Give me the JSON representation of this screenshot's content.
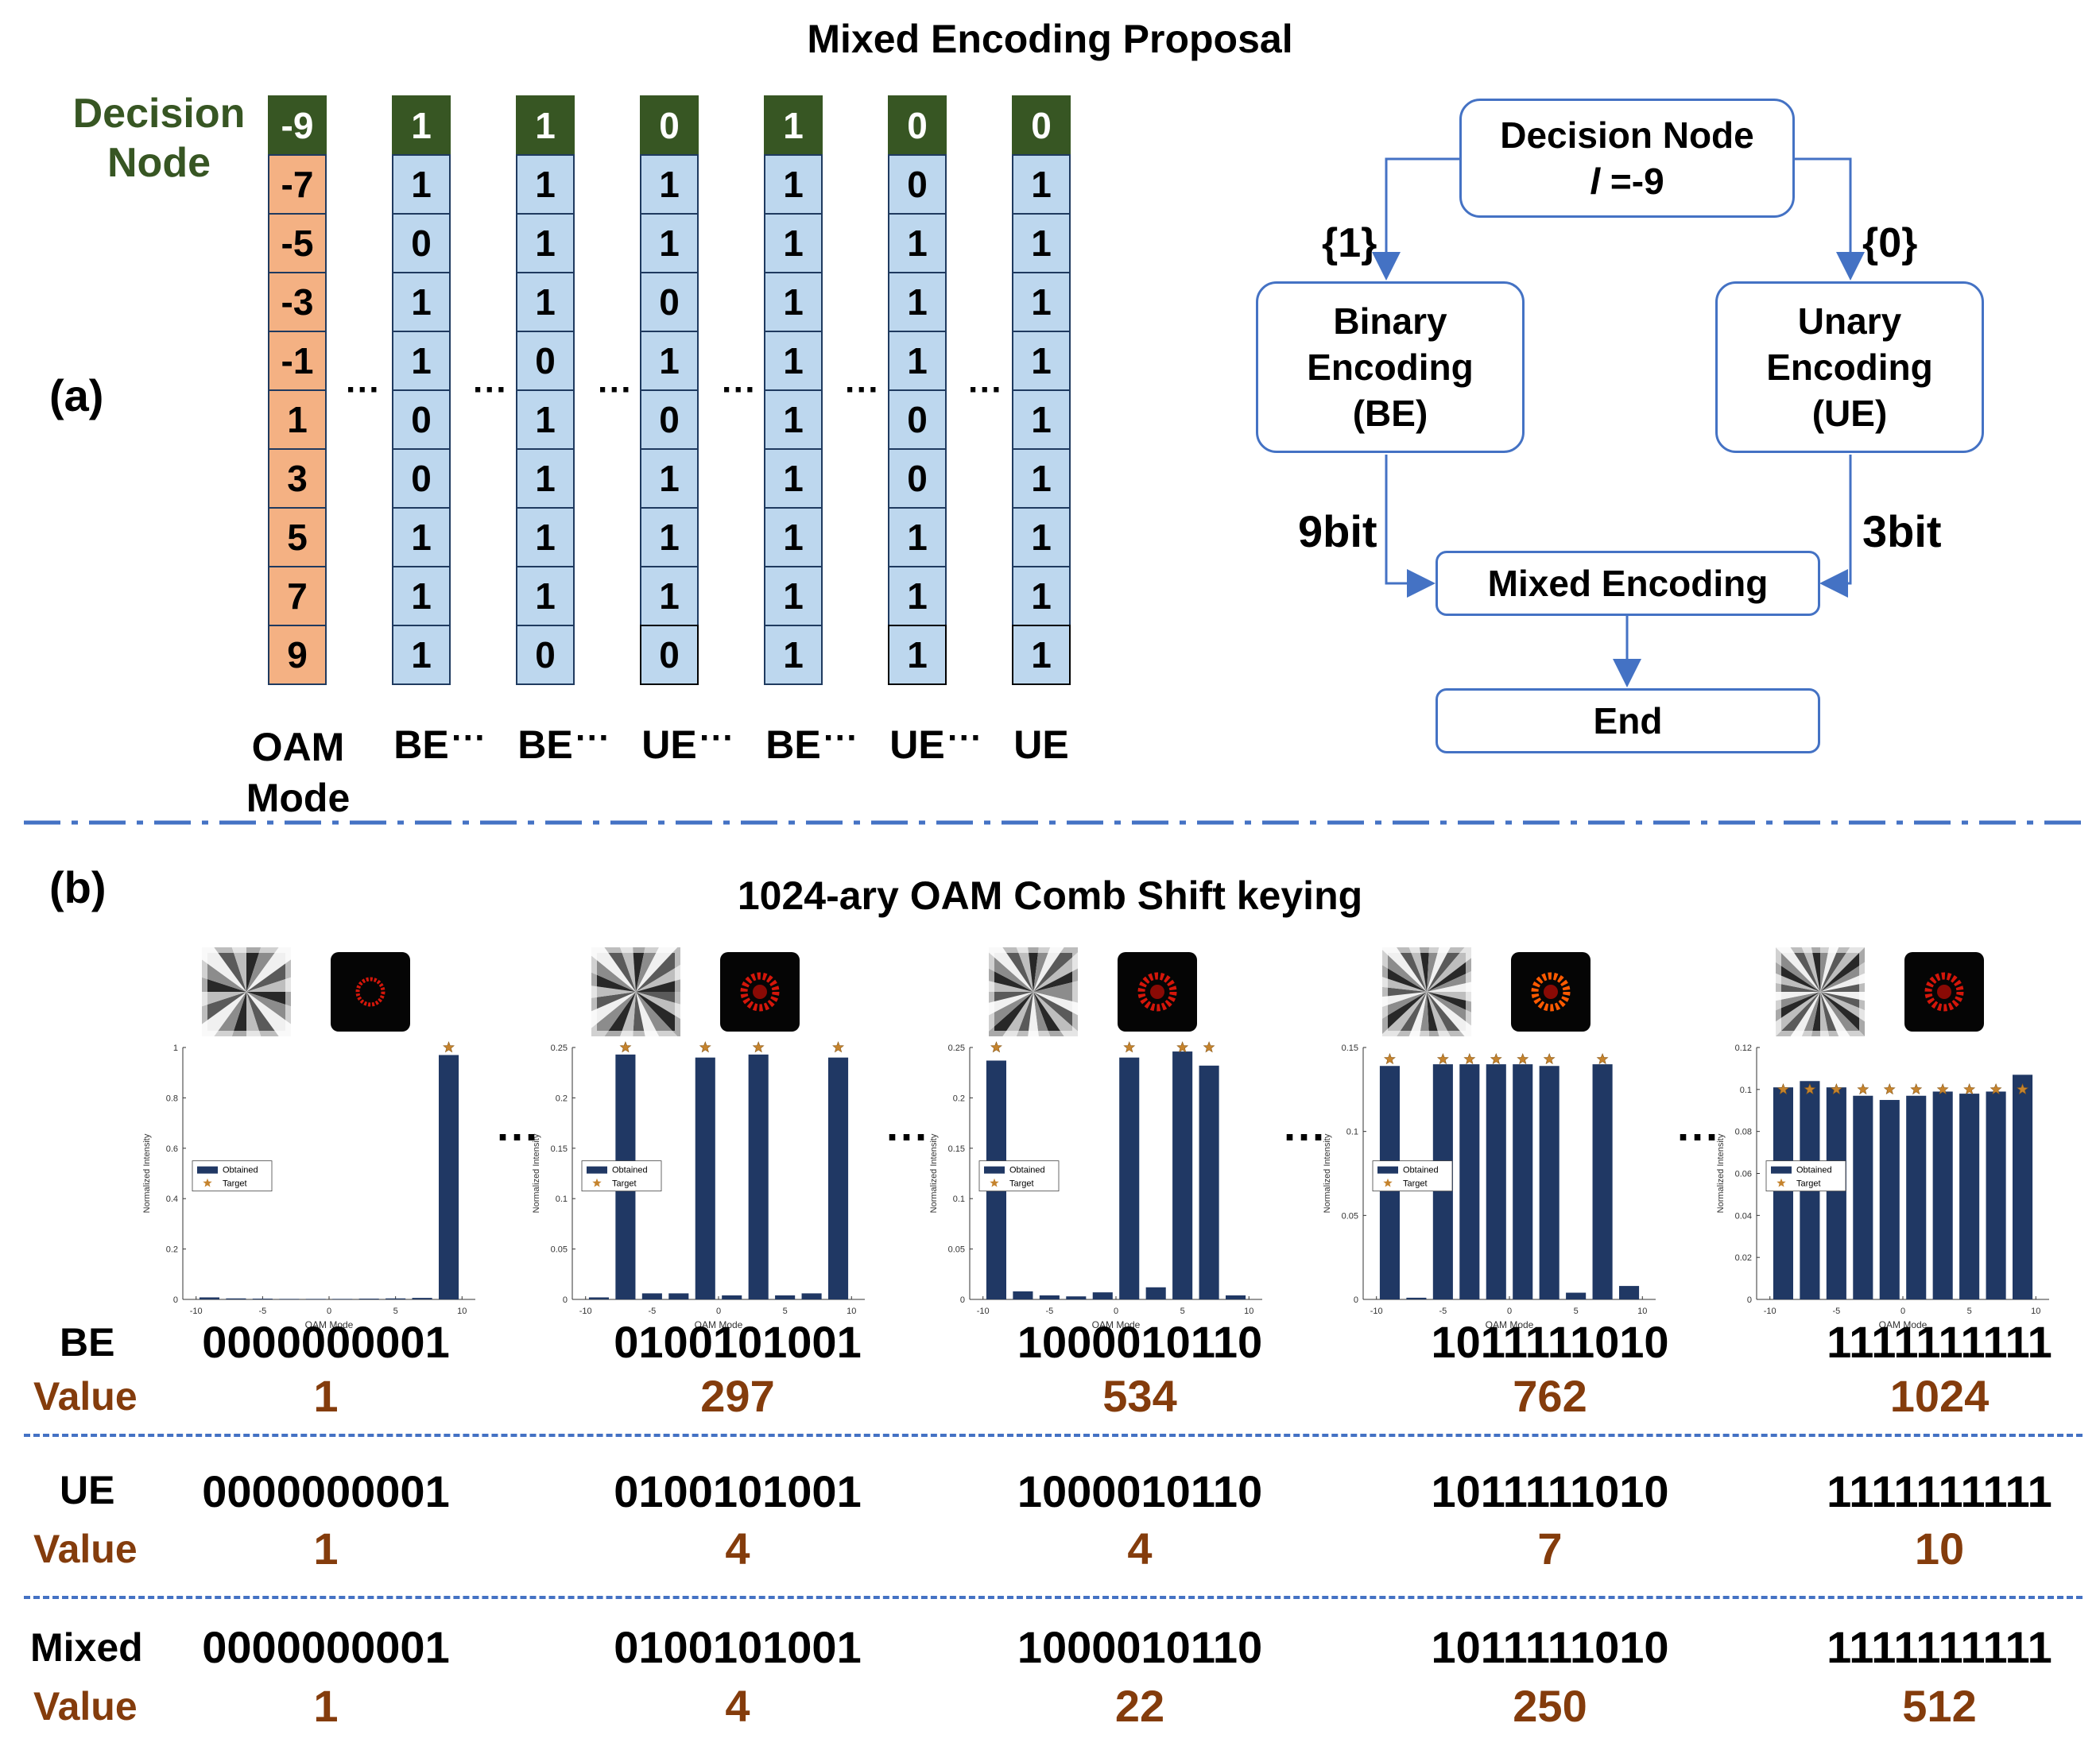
{
  "panel_a": {
    "label": "(a)",
    "title": "Mixed Encoding Proposal",
    "decision_node_label": [
      "Decision",
      "Node"
    ],
    "oam_column": {
      "head": "-9",
      "values": [
        "-7",
        "-5",
        "-3",
        "-1",
        "1",
        "3",
        "5",
        "7",
        "9"
      ],
      "name": [
        "OAM",
        "Mode"
      ]
    },
    "columns": [
      {
        "head": "1",
        "bits": [
          "1",
          "0",
          "1",
          "1",
          "0",
          "0",
          "1",
          "1",
          "1"
        ],
        "name": "BE"
      },
      {
        "head": "1",
        "bits": [
          "1",
          "1",
          "1",
          "0",
          "1",
          "1",
          "1",
          "1",
          "0"
        ],
        "name": "BE"
      },
      {
        "head": "0",
        "bits": [
          "1",
          "1",
          "0",
          "1",
          "0",
          "1",
          "1",
          "1",
          "0"
        ],
        "name": "UE"
      },
      {
        "head": "1",
        "bits": [
          "1",
          "1",
          "1",
          "1",
          "1",
          "1",
          "1",
          "1",
          "1"
        ],
        "name": "BE"
      },
      {
        "head": "0",
        "bits": [
          "0",
          "1",
          "1",
          "1",
          "0",
          "0",
          "1",
          "1",
          "1"
        ],
        "name": "UE"
      },
      {
        "head": "0",
        "bits": [
          "1",
          "1",
          "1",
          "1",
          "1",
          "1",
          "1",
          "1",
          "1"
        ],
        "name": "UE"
      }
    ],
    "ellipsis": "···",
    "flowchart": {
      "decision_line1": "Decision Node",
      "decision_line2_italic": "l",
      "decision_line2_rest": " =-9",
      "branch_left": "{1}",
      "branch_right": "{0}",
      "binary_box": [
        "Binary",
        "Encoding",
        "(BE)"
      ],
      "unary_box": [
        "Unary",
        "Encoding",
        "(UE)"
      ],
      "left_bits": "9bit",
      "right_bits": "3bit",
      "mixed_box": "Mixed Encoding",
      "end_box": "End"
    }
  },
  "panel_b": {
    "label": "(b)",
    "title": "1024-ary OAM Comb Shift keying",
    "ellipsis": "···",
    "chart_data": [
      {
        "type": "bar",
        "xlabel": "OAM Mode",
        "ylabel": "Normalized Intensity",
        "ylim": [
          0,
          1
        ],
        "yticks": [
          "0",
          "0.2",
          "0.4",
          "0.6",
          "0.8",
          "1"
        ],
        "ytick_values": [
          0,
          0.2,
          0.4,
          0.6,
          0.8,
          1
        ],
        "xticks": [
          "-10",
          "-5",
          "0",
          "5",
          "10"
        ],
        "xtick_values": [
          -10,
          -5,
          0,
          5,
          10
        ],
        "legend": [
          "Obtained",
          "Target"
        ],
        "x": [
          -9,
          -7,
          -5,
          -3,
          -1,
          1,
          3,
          5,
          7,
          9
        ],
        "obtained": [
          0.008,
          0.004,
          0.003,
          0.002,
          0.002,
          0.002,
          0.003,
          0.004,
          0.006,
          0.97
        ],
        "target_x": [
          9
        ],
        "target_y": [
          1
        ]
      },
      {
        "type": "bar",
        "xlabel": "OAM Mode",
        "ylabel": "Normalized Intensity",
        "ylim": [
          0,
          0.25
        ],
        "yticks": [
          "0",
          "0.05",
          "0.1",
          "0.15",
          "0.2",
          "0.25"
        ],
        "ytick_values": [
          0,
          0.05,
          0.1,
          0.15,
          0.2,
          0.25
        ],
        "xticks": [
          "-10",
          "-5",
          "0",
          "5",
          "10"
        ],
        "xtick_values": [
          -10,
          -5,
          0,
          5,
          10
        ],
        "legend": [
          "Obtained",
          "Target"
        ],
        "x": [
          -9,
          -7,
          -5,
          -3,
          -1,
          1,
          3,
          5,
          7,
          9
        ],
        "obtained": [
          0.002,
          0.243,
          0.006,
          0.006,
          0.24,
          0.004,
          0.243,
          0.004,
          0.006,
          0.24
        ],
        "target_x": [
          -7,
          -1,
          3,
          9
        ],
        "target_y": [
          0.25,
          0.25,
          0.25,
          0.25
        ]
      },
      {
        "type": "bar",
        "xlabel": "OAM Mode",
        "ylabel": "Normalized Intensity",
        "ylim": [
          0,
          0.25
        ],
        "yticks": [
          "0",
          "0.05",
          "0.1",
          "0.15",
          "0.2",
          "0.25"
        ],
        "ytick_values": [
          0,
          0.05,
          0.1,
          0.15,
          0.2,
          0.25
        ],
        "xticks": [
          "-10",
          "-5",
          "0",
          "5",
          "10"
        ],
        "xtick_values": [
          -10,
          -5,
          0,
          5,
          10
        ],
        "legend": [
          "Obtained",
          "Target"
        ],
        "x": [
          -9,
          -7,
          -5,
          -3,
          -1,
          1,
          3,
          5,
          7,
          9
        ],
        "obtained": [
          0.237,
          0.008,
          0.004,
          0.003,
          0.007,
          0.24,
          0.012,
          0.246,
          0.232,
          0.004
        ],
        "target_x": [
          -9,
          1,
          5,
          7
        ],
        "target_y": [
          0.25,
          0.25,
          0.25,
          0.25
        ]
      },
      {
        "type": "bar",
        "xlabel": "OAM Mode",
        "ylabel": "Normalized Intensity",
        "ylim": [
          0,
          0.15
        ],
        "yticks": [
          "0",
          "0.05",
          "0.1",
          "0.15"
        ],
        "ytick_values": [
          0,
          0.05,
          0.1,
          0.15
        ],
        "xticks": [
          "-10",
          "-5",
          "0",
          "5",
          "10"
        ],
        "xtick_values": [
          -10,
          -5,
          0,
          5,
          10
        ],
        "legend": [
          "Obtained",
          "Target"
        ],
        "x": [
          -9,
          -7,
          -5,
          -3,
          -1,
          1,
          3,
          5,
          7,
          9
        ],
        "obtained": [
          0.139,
          0.001,
          0.14,
          0.14,
          0.14,
          0.14,
          0.139,
          0.004,
          0.14,
          0.008
        ],
        "target_x": [
          -9,
          -5,
          -3,
          -1,
          1,
          3,
          7
        ],
        "target_y": [
          0.143,
          0.143,
          0.143,
          0.143,
          0.143,
          0.143,
          0.143
        ]
      },
      {
        "type": "bar",
        "xlabel": "OAM Mode",
        "ylabel": "Normalized Intensity",
        "ylim": [
          0,
          0.12
        ],
        "yticks": [
          "0",
          "0.02",
          "0.04",
          "0.06",
          "0.08",
          "0.1",
          "0.12"
        ],
        "ytick_values": [
          0,
          0.02,
          0.04,
          0.06,
          0.08,
          0.1,
          0.12
        ],
        "xticks": [
          "-10",
          "-5",
          "0",
          "5",
          "10"
        ],
        "xtick_values": [
          -10,
          -5,
          0,
          5,
          10
        ],
        "legend": [
          "Obtained",
          "Target"
        ],
        "x": [
          -9,
          -7,
          -5,
          -3,
          -1,
          1,
          3,
          5,
          7,
          9
        ],
        "obtained": [
          0.101,
          0.104,
          0.101,
          0.097,
          0.095,
          0.097,
          0.099,
          0.098,
          0.099,
          0.107
        ],
        "target_x": [
          -9,
          -7,
          -5,
          -3,
          -1,
          1,
          3,
          5,
          7,
          9
        ],
        "target_y": [
          0.1,
          0.1,
          0.1,
          0.1,
          0.1,
          0.1,
          0.1,
          0.1,
          0.1,
          0.1
        ]
      }
    ],
    "rows": {
      "be": {
        "label": "BE",
        "value_label": "Value",
        "codes": [
          "0000000001",
          "0100101001",
          "1000010110",
          "1011111010",
          "1111111111"
        ],
        "values": [
          "1",
          "297",
          "534",
          "762",
          "1024"
        ]
      },
      "ue": {
        "label": "UE",
        "value_label": "Value",
        "codes": [
          "0000000001",
          "0100101001",
          "1000010110",
          "1011111010",
          "1111111111"
        ],
        "values": [
          "1",
          "4",
          "4",
          "7",
          "10"
        ]
      },
      "mixed": {
        "label": "Mixed",
        "value_label": "Value",
        "codes": [
          "0000000001",
          "0100101001",
          "1000010110",
          "1011111010",
          "1111111111"
        ],
        "values": [
          "1",
          "4",
          "22",
          "250",
          "512"
        ]
      }
    },
    "colors": {
      "obtained": "#203864",
      "target": "#c5832d",
      "value": "#843c0c",
      "decision": "#375623"
    }
  }
}
